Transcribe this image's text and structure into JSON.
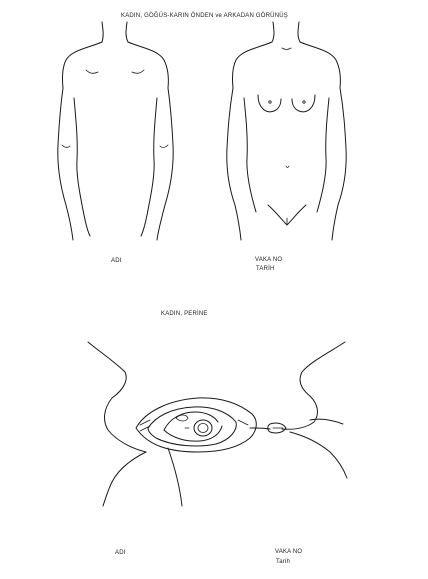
{
  "page": {
    "background": "#ffffff",
    "ink": "#1a1a1a"
  },
  "body_section": {
    "title": "KADIN, GÖĞÜS-KARIN ÖNDEN ve ARKADAN GÖRÜNÜŞ",
    "name_label": "ADI",
    "case_label": "VAKA NO",
    "date_label": "TARİH"
  },
  "perineum_section": {
    "title": "KADIN, PERİNE",
    "name_label": "ADI",
    "case_label": "VAKA NO",
    "date_label": "Tarih"
  }
}
